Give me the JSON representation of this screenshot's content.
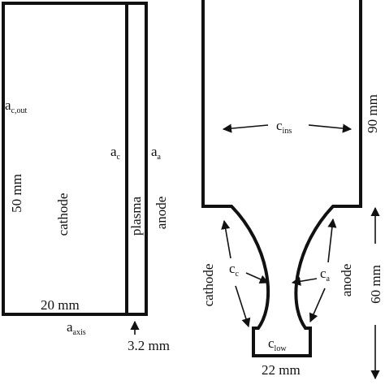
{
  "left_panel": {
    "ac_out": {
      "main": "a",
      "sub": "c,out"
    },
    "ac": {
      "main": "a",
      "sub": "c"
    },
    "aa": {
      "main": "a",
      "sub": "a"
    },
    "aaxis": {
      "main": "a",
      "sub": "axis"
    },
    "dim_height": "50 mm",
    "region_cathode": "cathode",
    "region_plasma": "plasma",
    "region_anode": "anode",
    "dim_width": "20 mm",
    "dim_gap": "3.2 mm"
  },
  "right_panel": {
    "cins": {
      "main": "c",
      "sub": "ins"
    },
    "cc": {
      "main": "c",
      "sub": "c"
    },
    "ca": {
      "main": "c",
      "sub": "a"
    },
    "clow": {
      "main": "c",
      "sub": "low"
    },
    "dim_top": "90 mm",
    "dim_bottom": "60 mm",
    "dim_width": "22 mm",
    "label_cathode": "cathode",
    "label_anode": "anode"
  }
}
